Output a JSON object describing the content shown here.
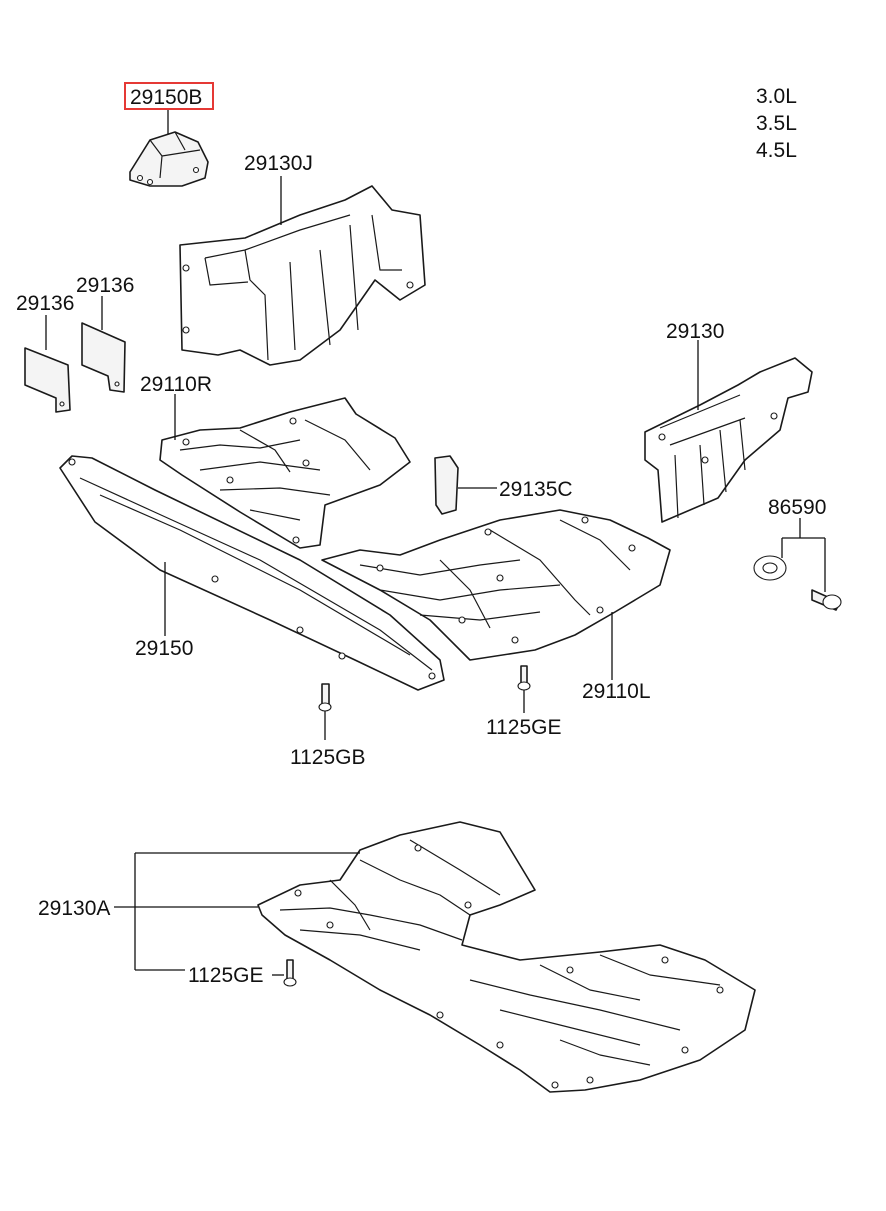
{
  "engine_variants": [
    "3.0L",
    "3.5L",
    "4.5L"
  ],
  "highlight_color": "#e53935",
  "labels": {
    "p29150B": "29150B",
    "p29130J": "29130J",
    "p29136a": "29136",
    "p29136b": "29136",
    "p29110R": "29110R",
    "p29130": "29130",
    "p29135C": "29135C",
    "p86590": "86590",
    "p29150": "29150",
    "p29110L": "29110L",
    "p1125GE_top": "1125GE",
    "p1125GB": "1125GB",
    "p29130A": "29130A",
    "p1125GE_bottom": "1125GE"
  }
}
